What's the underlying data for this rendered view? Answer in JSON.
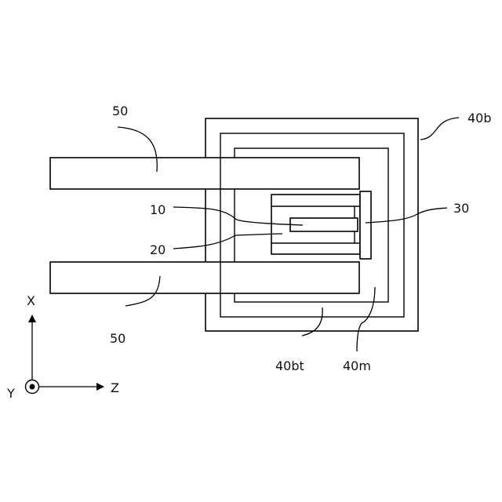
{
  "labels": {
    "enclosure": "40b",
    "enclosure_bottom": "40bt",
    "middle_frame": "40m",
    "component_10": "10",
    "component_20": "20",
    "component_30": "30",
    "leads_top": "50",
    "leads_bottom": "50"
  },
  "axes": {
    "x": "X",
    "y": "Y",
    "z": "Z"
  }
}
